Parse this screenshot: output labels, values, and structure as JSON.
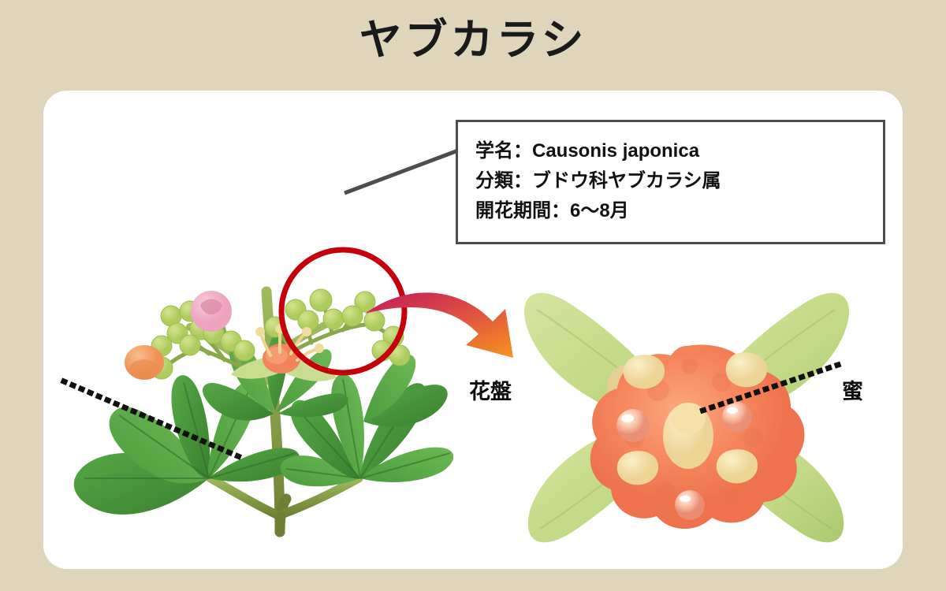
{
  "page": {
    "title": "ヤブカラシ",
    "background_color": "#dfd5ba",
    "card_color": "#ffffff"
  },
  "info_box": {
    "border_color": "#4d4d4d",
    "lines": [
      "学名：Causonis japonica",
      "分類：ブドウ科ヤブカラシ属",
      "開花期間：6〜8月"
    ]
  },
  "callouts": {
    "left_label": "花盤",
    "right_label": "蜜"
  },
  "illustration": {
    "highlight_circle_color": "#c5000b",
    "arrow_gradient_start": "#c2185b",
    "arrow_gradient_end": "#f7941e",
    "leaf_color": "#4a9c3e",
    "leaf_color_dark": "#3d8433",
    "stem_color": "#7a9a3c",
    "bud_color": "#b9d468",
    "pink_flower_color": "#f2aec4",
    "orange_flower_color": "#f3a06a",
    "closeup_petal_color": "#c3d888",
    "closeup_disc_color": "#f5895c",
    "stamen_color": "#f2e0a0"
  }
}
